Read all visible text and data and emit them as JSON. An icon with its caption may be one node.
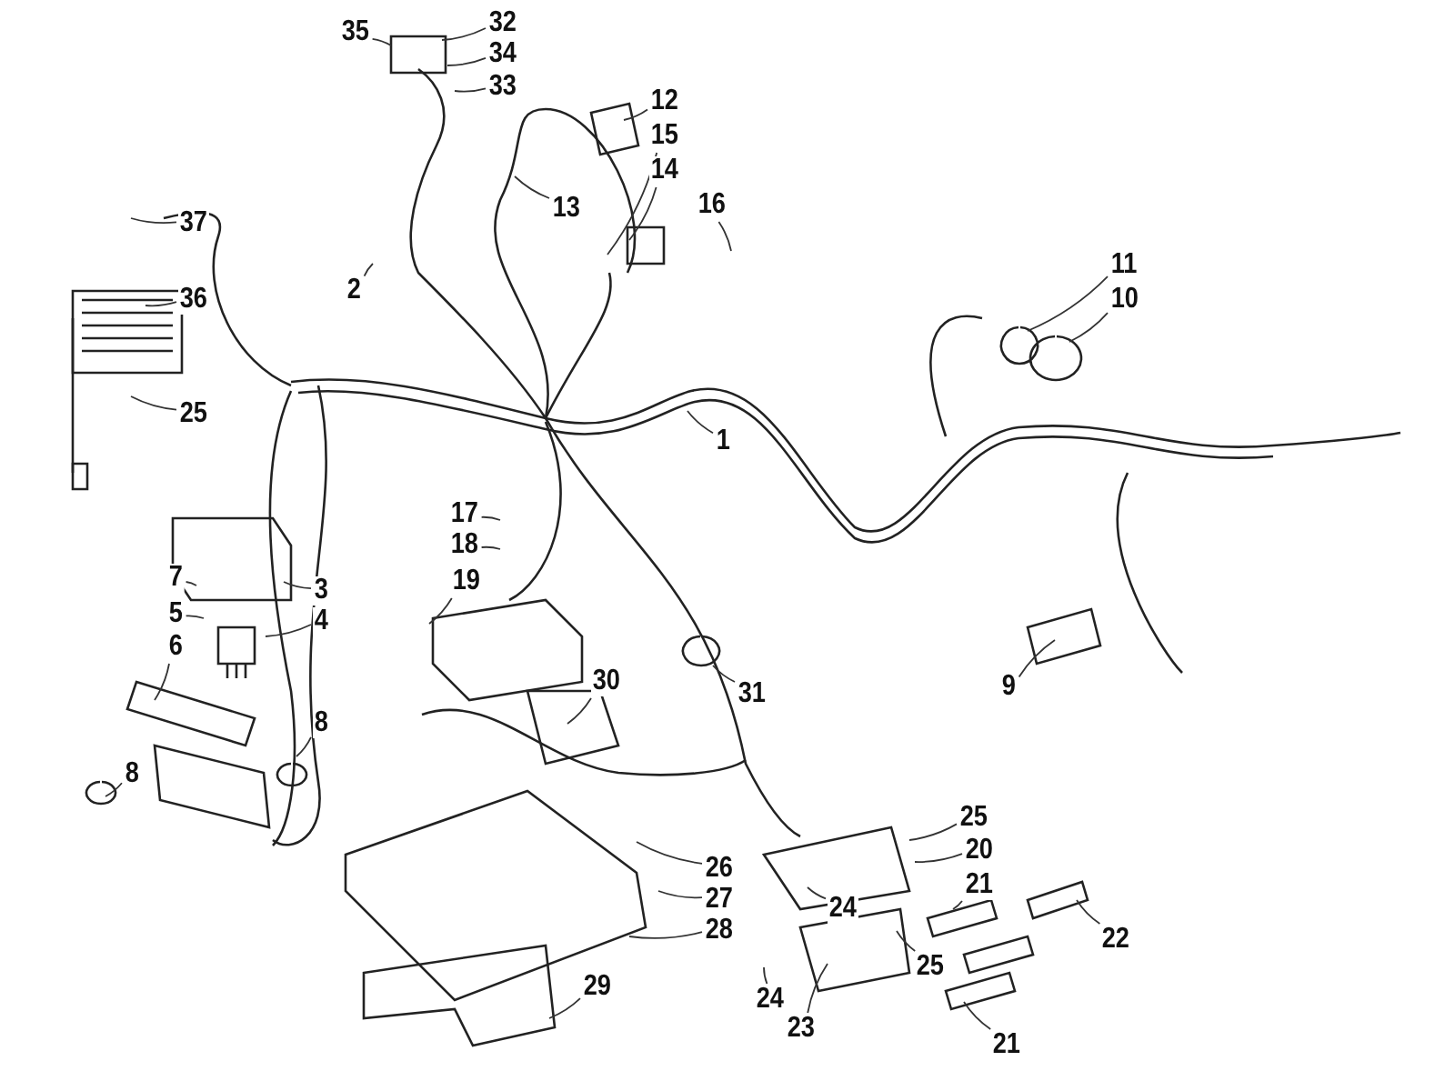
{
  "diagram": {
    "nodes": [
      {
        "text": [
          "35"
        ]
      },
      {
        "text": [
          "32"
        ]
      },
      {
        "text": [
          "34"
        ]
      },
      {
        "text": [
          "33"
        ]
      },
      {
        "text": [
          "12"
        ]
      },
      {
        "text": [
          "15"
        ]
      },
      {
        "text": [
          "14"
        ]
      },
      {
        "text": [
          "16"
        ]
      },
      {
        "text": [
          "13"
        ]
      },
      {
        "text": [
          "37"
        ]
      },
      {
        "text": [
          "11"
        ]
      },
      {
        "text": [
          "36"
        ]
      },
      {
        "text": [
          "2"
        ]
      },
      {
        "text": [
          "10"
        ]
      },
      {
        "text": [
          "25"
        ]
      },
      {
        "text": [
          "1"
        ]
      },
      {
        "text": [
          "17"
        ]
      },
      {
        "text": [
          "18"
        ]
      },
      {
        "text": [
          "7"
        ]
      },
      {
        "text": [
          "3"
        ]
      },
      {
        "text": [
          "19"
        ]
      },
      {
        "text": [
          "5"
        ]
      },
      {
        "text": [
          "4"
        ]
      },
      {
        "text": [
          "6"
        ]
      },
      {
        "text": [
          "30"
        ]
      },
      {
        "text": [
          "8"
        ]
      },
      {
        "text": [
          "9"
        ]
      },
      {
        "text": [
          "31"
        ]
      },
      {
        "text": [
          "8"
        ]
      },
      {
        "text": [
          "25"
        ]
      },
      {
        "text": [
          "26"
        ]
      },
      {
        "text": [
          "20"
        ]
      },
      {
        "text": [
          "24"
        ]
      },
      {
        "text": [
          "21"
        ]
      },
      {
        "text": [
          "27"
        ]
      },
      {
        "text": [
          "28"
        ]
      },
      {
        "text": [
          "22"
        ]
      },
      {
        "text": [
          "25"
        ]
      },
      {
        "text": [
          "29"
        ]
      },
      {
        "text": [
          "24"
        ]
      },
      {
        "text": [
          "23"
        ]
      },
      {
        "text": [
          "21"
        ]
      }
    ],
    "edges": [
      {
        "from": 0,
        "to": null,
        "arrow": "none"
      },
      {
        "from": 1,
        "to": null,
        "arrow": "none"
      },
      {
        "from": 2,
        "to": null,
        "arrow": "none"
      },
      {
        "from": 3,
        "to": null,
        "arrow": "none"
      },
      {
        "from": 4,
        "to": null,
        "arrow": "none"
      },
      {
        "from": 5,
        "to": null,
        "arrow": "none"
      },
      {
        "from": 6,
        "to": null,
        "arrow": "none"
      },
      {
        "from": 7,
        "to": null,
        "arrow": "none"
      },
      {
        "from": 8,
        "to": null,
        "arrow": "none"
      },
      {
        "from": 9,
        "to": null,
        "arrow": "none"
      },
      {
        "from": 10,
        "to": null,
        "arrow": "none"
      },
      {
        "from": 11,
        "to": null,
        "arrow": "none"
      },
      {
        "from": 12,
        "to": null,
        "arrow": "none"
      },
      {
        "from": 13,
        "to": null,
        "arrow": "none"
      },
      {
        "from": 14,
        "to": null,
        "arrow": "none"
      },
      {
        "from": 15,
        "to": null,
        "arrow": "none"
      },
      {
        "from": 16,
        "to": null,
        "arrow": "none"
      },
      {
        "from": 17,
        "to": null,
        "arrow": "none"
      },
      {
        "from": 18,
        "to": null,
        "arrow": "none"
      },
      {
        "from": 19,
        "to": null,
        "arrow": "none"
      },
      {
        "from": 20,
        "to": null,
        "arrow": "none"
      },
      {
        "from": 21,
        "to": null,
        "arrow": "none"
      },
      {
        "from": 22,
        "to": null,
        "arrow": "none"
      },
      {
        "from": 23,
        "to": null,
        "arrow": "none"
      },
      {
        "from": 24,
        "to": null,
        "arrow": "none"
      },
      {
        "from": 25,
        "to": null,
        "arrow": "none"
      },
      {
        "from": 26,
        "to": null,
        "arrow": "none"
      },
      {
        "from": 27,
        "to": null,
        "arrow": "none"
      },
      {
        "from": 28,
        "to": null,
        "arrow": "none"
      },
      {
        "from": 29,
        "to": null,
        "arrow": "none"
      },
      {
        "from": 30,
        "to": null,
        "arrow": "none"
      },
      {
        "from": 31,
        "to": null,
        "arrow": "none"
      },
      {
        "from": 32,
        "to": null,
        "arrow": "none"
      },
      {
        "from": 33,
        "to": null,
        "arrow": "none"
      },
      {
        "from": 34,
        "to": null,
        "arrow": "none"
      },
      {
        "from": 35,
        "to": null,
        "arrow": "none"
      },
      {
        "from": 36,
        "to": null,
        "arrow": "none"
      },
      {
        "from": 37,
        "to": null,
        "arrow": "none"
      },
      {
        "from": 38,
        "to": null,
        "arrow": "none"
      },
      {
        "from": 39,
        "to": null,
        "arrow": "none"
      },
      {
        "from": 40,
        "to": null,
        "arrow": "none"
      },
      {
        "from": 41,
        "to": null,
        "arrow": "none"
      }
    ]
  }
}
